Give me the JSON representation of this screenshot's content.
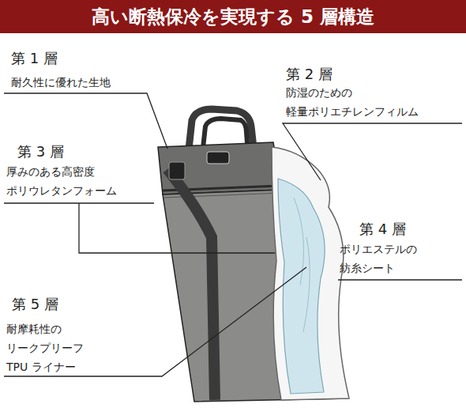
{
  "diagram": {
    "title": "高い断熱保冷を実現する 5 層構造",
    "labels": [
      "第 1 層",
      "耐久性に優れた生地",
      "第 2 層",
      "防湿のための 軽量ポリエチレンフィルム",
      "第 3 層",
      "厚みのある高密度 ポリウレタンフォーム",
      "第 4 層",
      "ポリエステルの 紡糸シート",
      "第 5 層",
      "耐摩耗性の リークプリーフ TPU ライナー"
    ]
  }
}
